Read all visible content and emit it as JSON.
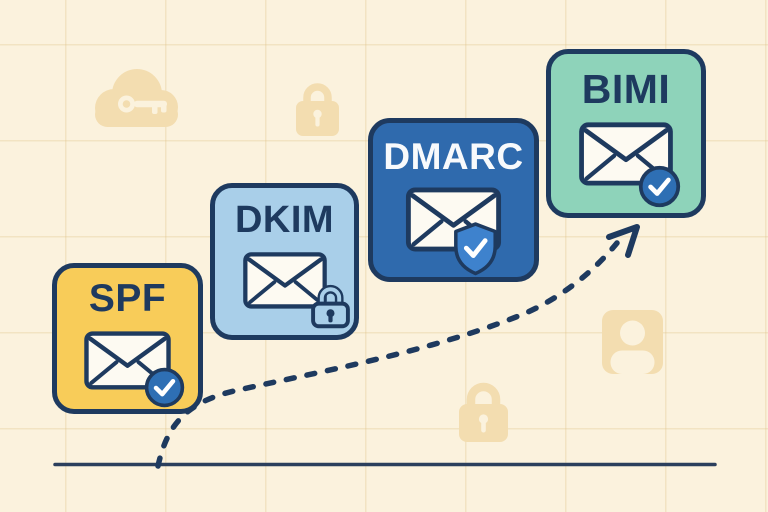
{
  "cards": [
    {
      "label": "SPF",
      "badge": "check-circle",
      "card_color": "#f8cc59",
      "label_color": "#1e3a5f"
    },
    {
      "label": "DKIM",
      "badge": "padlock",
      "card_color": "#a9cfe9",
      "label_color": "#1e3a5f"
    },
    {
      "label": "DMARC",
      "badge": "shield-check",
      "card_color": "#2f6aad",
      "label_color": "#f8fafc"
    },
    {
      "label": "BIMI",
      "badge": "check-circle",
      "card_color": "#8ed3ba",
      "label_color": "#1e3a5f"
    }
  ],
  "colors": {
    "background": "#fbf2dd",
    "grid_line": "#ecd9ae",
    "outline": "#1e3a5f",
    "baseline": "#2b3f5c",
    "arrow": "#1e3a5f",
    "envelope_fill": "#fdfaf2",
    "check_badge_fill": "#2e6fb4",
    "shield_fill": "#3e82cd",
    "padlock_fill": "#a9cfe9",
    "decoration": "#f3ddb0"
  },
  "decorations": [
    "cloud-key-icon",
    "padlock-icon",
    "padlock-icon",
    "user-icon"
  ]
}
